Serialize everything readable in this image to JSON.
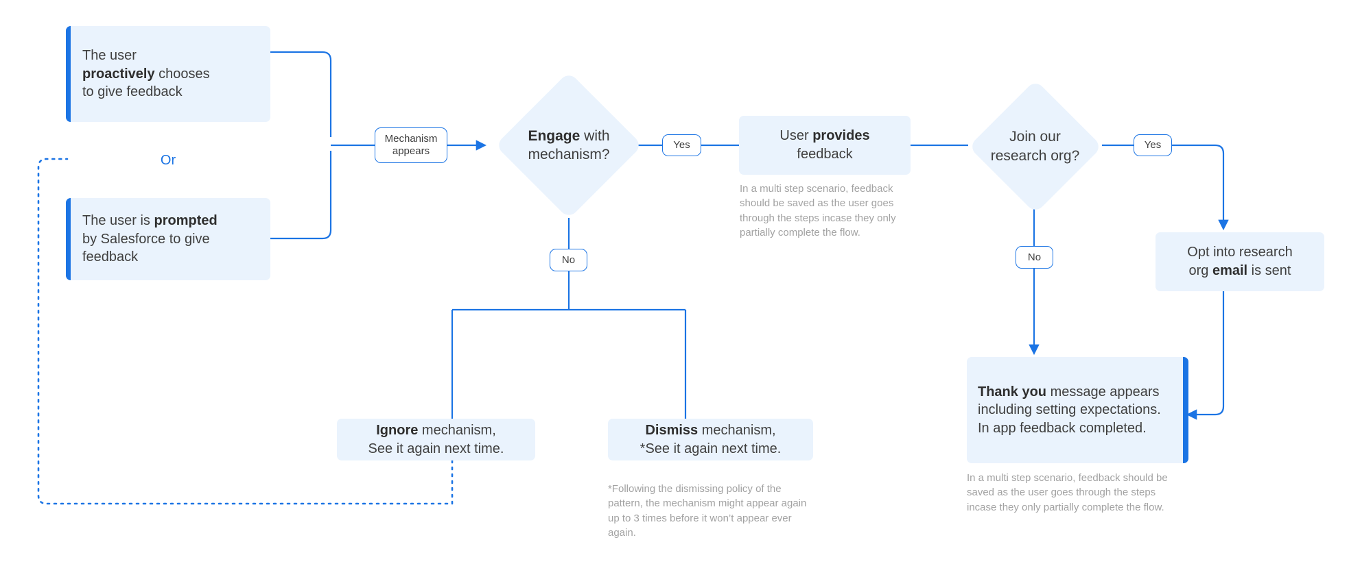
{
  "meta": {
    "title": "In-app feedback mechanism flow",
    "colors": {
      "node_fill": "#eaf3fd",
      "accent": "#1b74e4",
      "line": "#1b74e4",
      "text": "#3f3f3f",
      "caption_text": "#a2a2a2",
      "background": "#ffffff"
    }
  },
  "nodes": {
    "proactive": {
      "text_before": "The user\n",
      "bold": "proactively",
      "text_after": " chooses\nto give feedback",
      "plain": "The user proactively chooses to give feedback"
    },
    "or_label": "Or",
    "prompted": {
      "text_before": "The user is ",
      "bold": "prompted",
      "text_after": "\nby Salesforce to give\nfeedback",
      "plain": "The user is prompted by Salesforce to give feedback"
    },
    "mechanism_appears": "Mechanism\nappears",
    "engage_diamond": {
      "bold": "Engage",
      "rest": " with",
      "line2": "mechanism?",
      "plain": "Engage with mechanism?"
    },
    "yes_1": "Yes",
    "no_1": "No",
    "user_provides": {
      "before": "User ",
      "bold": "provides",
      "line2": "feedback",
      "plain": "User provides feedback"
    },
    "user_provides_caption": "In a multi step scenario, feedback should be saved as the user goes through the steps incase they only partially complete the flow.",
    "join_research": {
      "line1": "Join our",
      "line2": "research org?",
      "plain": "Join our research org?"
    },
    "yes_2": "Yes",
    "no_2": "No",
    "opt_into_email": {
      "line1": "Opt into research",
      "before2": "org ",
      "bold": "email",
      "after2": " is sent",
      "plain": "Opt into research org email is sent"
    },
    "thank_you": {
      "bold": "Thank you",
      "rest": " message appears including setting expectations. In app feedback completed.",
      "plain": "Thank you message appears including setting expectations. In app feedback completed."
    },
    "thank_you_caption": "In a multi step scenario, feedback should be saved as the user goes through the steps incase they only partially complete the flow.",
    "ignore": {
      "bold": "Ignore",
      "rest": " mechanism,",
      "line2": "See it again next time.",
      "plain": "Ignore mechanism, See it again next time."
    },
    "dismiss": {
      "bold": "Dismiss",
      "rest": " mechanism,",
      "line2": "*See it again next time.",
      "plain": "Dismiss mechanism, *See it again next time."
    },
    "dismiss_caption": "*Following the dismissing policy of the pattern, the mechanism might appear again up to 3 times before it won’t appear ever again."
  }
}
